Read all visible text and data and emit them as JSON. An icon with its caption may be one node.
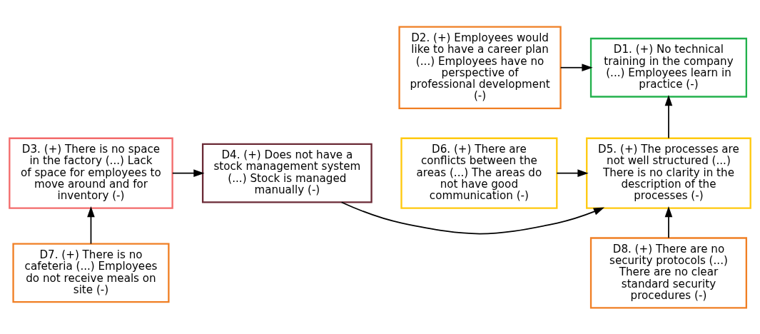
{
  "diagram": {
    "nodes": [
      {
        "text": [
          "D1. (+) No technical training in the company (...) Employees learn in practice (-)"
        ]
      },
      {
        "text": [
          "D2. (+) Employees would like to have a career plan (...) Employees have no perspective of professional development (-)"
        ]
      },
      {
        "text": [
          "D3. (+) There is no space in the factory (...) Lack of space for employees to move around and for inventory (-)"
        ]
      },
      {
        "text": [
          "D4. (+) Does not have a stock management system (...) Stock is managed manually (-)"
        ]
      },
      {
        "text": [
          "D5. (+) The processes are not well structured (...) There is no clarity in the description of the processes (-)"
        ]
      },
      {
        "text": [
          "D6. (+) There are conflicts between the areas (...) The areas do not have good communication (-)"
        ]
      },
      {
        "text": [
          "D7. (+) There is no cafeteria (...) Employees do not receive meals on site (-)"
        ]
      },
      {
        "text": [
          "D8. (+) There are no security protocols (...) There are no clear standard security procedures (-)"
        ]
      }
    ],
    "edges": [
      {
        "from": 1,
        "to": 0,
        "arrow": "to"
      },
      {
        "from": 4,
        "to": 0,
        "arrow": "to"
      },
      {
        "from": 2,
        "to": 3,
        "arrow": "to"
      },
      {
        "from": 3,
        "to": 4,
        "arrow": "to"
      },
      {
        "from": 5,
        "to": 4,
        "arrow": "to"
      },
      {
        "from": 6,
        "to": 2,
        "arrow": "to"
      },
      {
        "from": 7,
        "to": 4,
        "arrow": "to"
      }
    ]
  }
}
